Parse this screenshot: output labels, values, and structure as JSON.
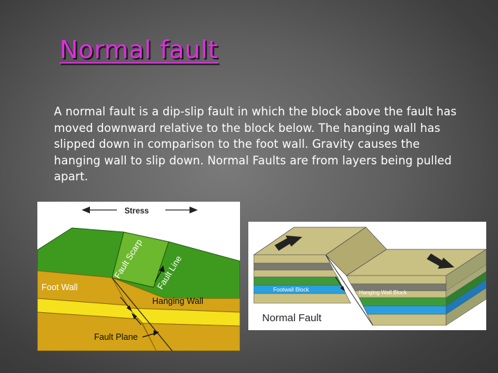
{
  "slide": {
    "title": "Normal fault",
    "body": "A normal fault is a dip-slip fault in which the block above the fault has moved downward relative to the block below. The hanging wall has slipped down in comparison to the foot wall. Gravity causes the hanging wall to slip down. Normal Faults are from layers being pulled apart."
  },
  "left_diagram": {
    "stress": "Stress",
    "fault_scarp": "Fault Scarp",
    "fault_line": "Fault Line",
    "foot_wall": "Foot Wall",
    "hanging_wall": "Hanging Wall",
    "fault_plane": "Fault Plane"
  },
  "right_diagram": {
    "footwall_block": "Footwall Block",
    "hanging_wall_block": "Hanging Wall Block",
    "caption": "Normal Fault"
  },
  "colors": {
    "title": "#e02de0",
    "grass": "#3d9a1e",
    "rock_gold": "#d4a317",
    "rock_yellow": "#f5e21c",
    "layer_tan": "#c9c083",
    "layer_gray": "#7a7a6e",
    "layer_green": "#3c9a3c",
    "layer_blue": "#2aa0e0"
  }
}
